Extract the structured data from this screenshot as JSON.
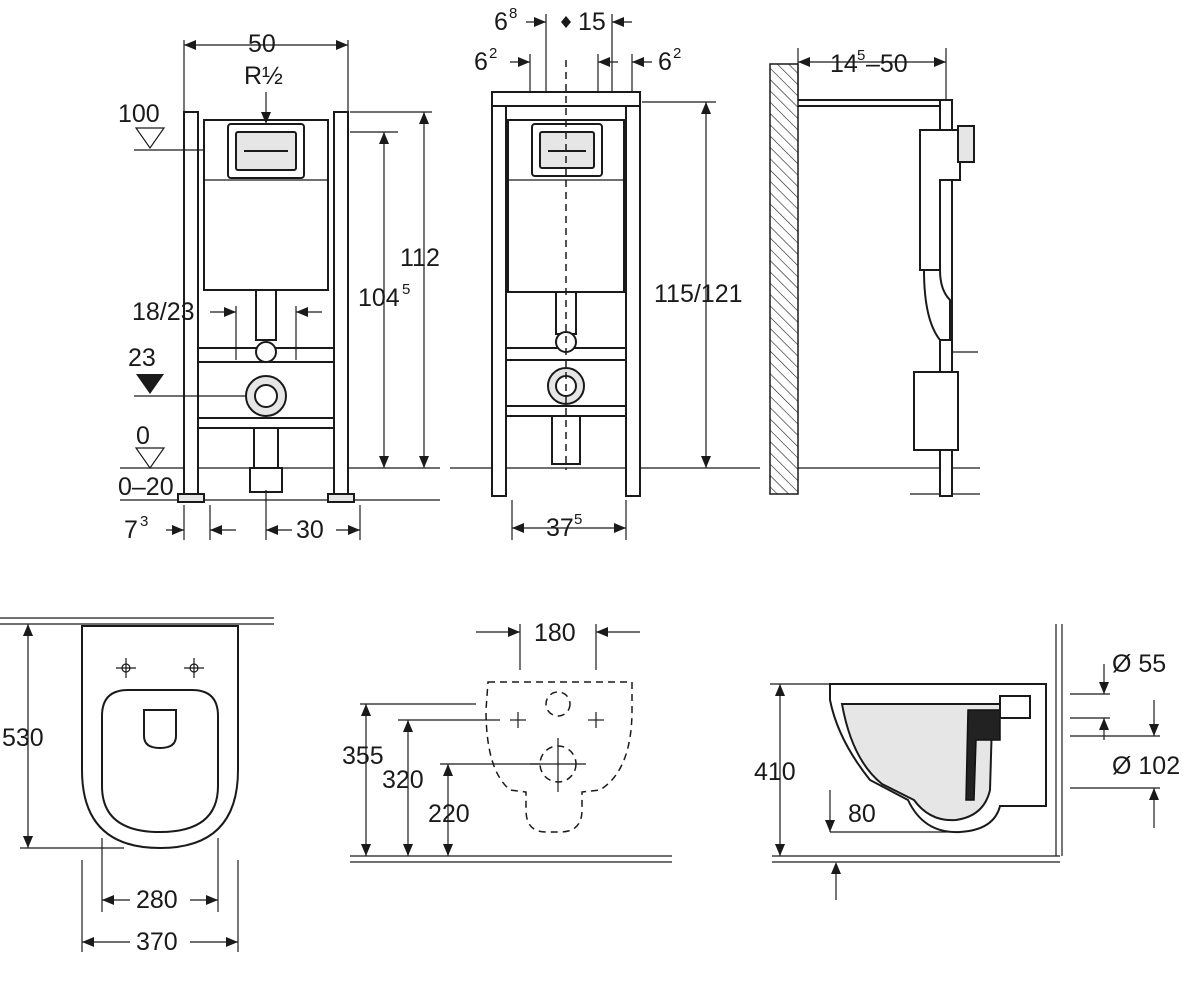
{
  "frame_front": {
    "width": "50",
    "thread": "R½",
    "level_top": "100",
    "level_mid": "23",
    "level_zero": "0",
    "level_adjust": "0–20",
    "pipe_distance": "18/23",
    "height_total": "112",
    "height_inner_main": "104",
    "height_inner_sup": "5",
    "offset_left_main": "7",
    "offset_left_sup": "3",
    "center_distance": "30"
  },
  "frame_middle": {
    "top_left_main": "6",
    "top_left_sup": "8",
    "center": "15",
    "side_left_main": "6",
    "side_left_sup": "2",
    "side_right_main": "6",
    "side_right_sup": "2",
    "height": "115/121",
    "foot_main": "37",
    "foot_sup": "5"
  },
  "frame_side": {
    "depth_a_main": "14",
    "depth_a_sup": "5",
    "depth_b": "–50"
  },
  "toilet_top": {
    "length": "530",
    "inner_width": "280",
    "outer_width": "370"
  },
  "toilet_back": {
    "width": "180",
    "height_a": "355",
    "height_b": "320",
    "height_c": "220"
  },
  "toilet_side": {
    "height": "410",
    "pipe_small": "Ø 55",
    "pipe_large": "Ø 102",
    "offset": "80"
  }
}
